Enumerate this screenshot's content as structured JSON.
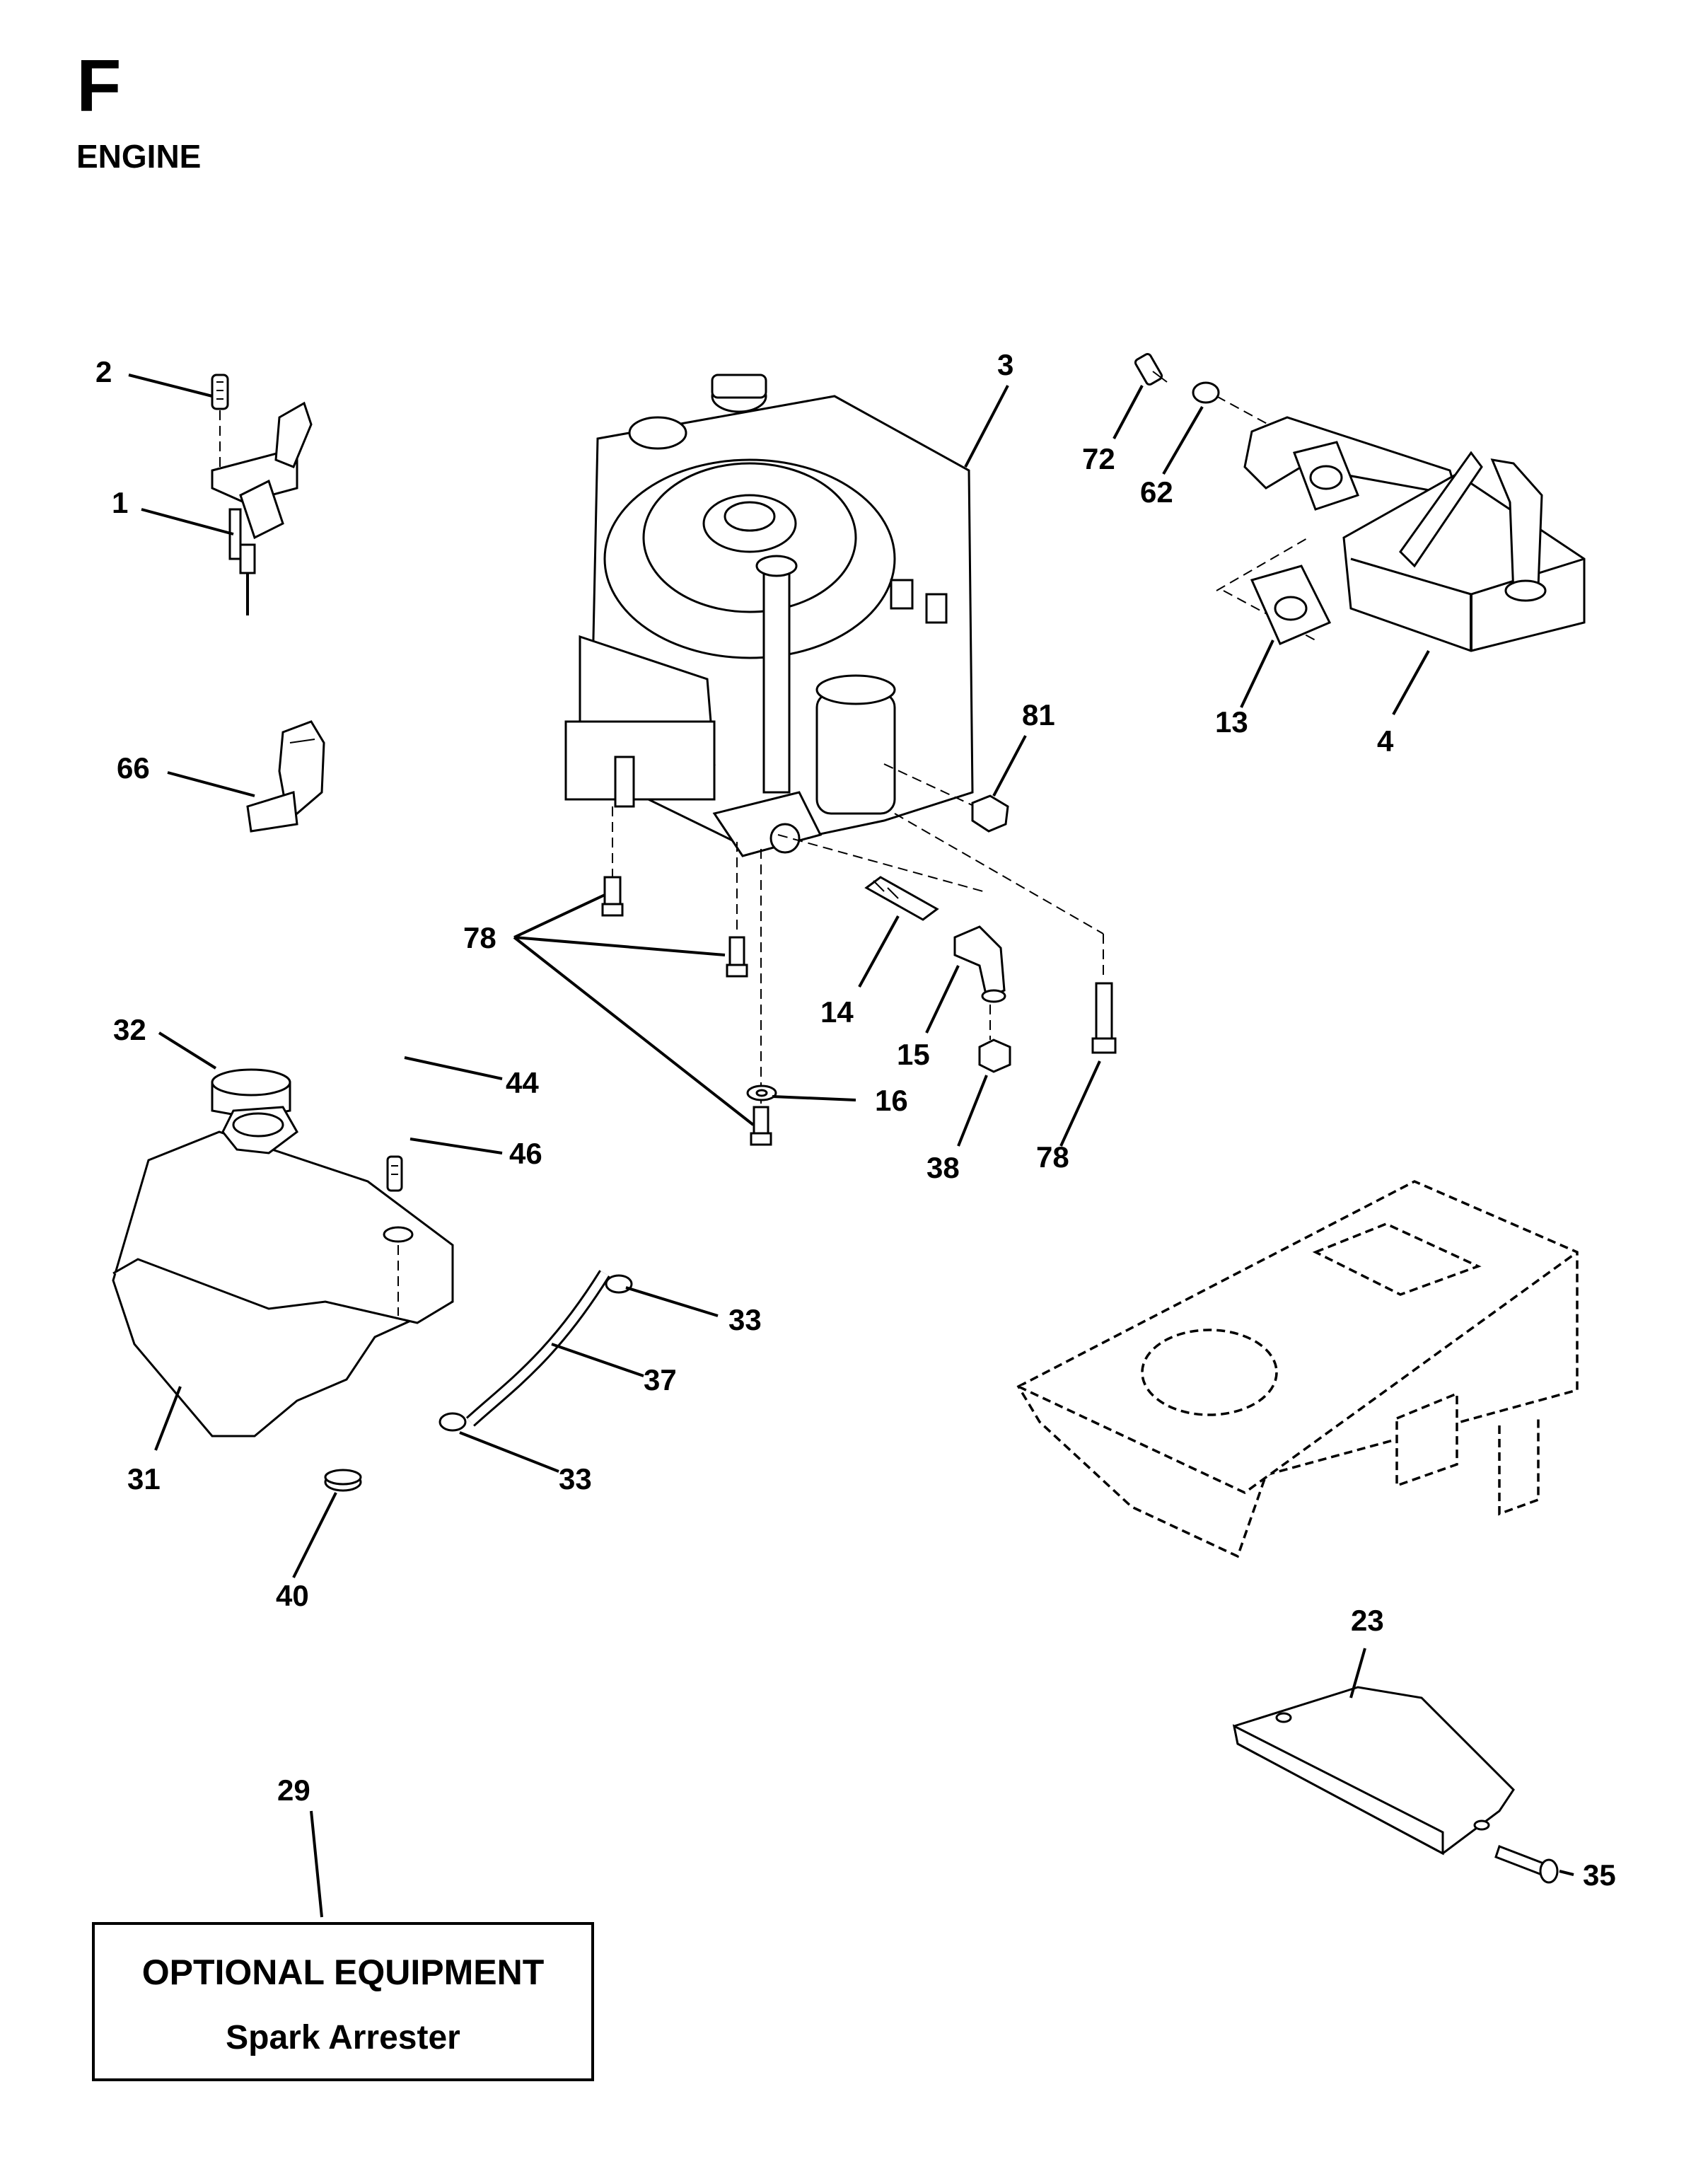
{
  "header": {
    "section_letter": "F",
    "section_name": "ENGINE"
  },
  "callouts": [
    {
      "id": "c1",
      "label": "1"
    },
    {
      "id": "c2",
      "label": "2"
    },
    {
      "id": "c3",
      "label": "3"
    },
    {
      "id": "c4",
      "label": "4"
    },
    {
      "id": "c13",
      "label": "13"
    },
    {
      "id": "c14",
      "label": "14"
    },
    {
      "id": "c15",
      "label": "15"
    },
    {
      "id": "c16",
      "label": "16"
    },
    {
      "id": "c23",
      "label": "23"
    },
    {
      "id": "c29",
      "label": "29"
    },
    {
      "id": "c31",
      "label": "31"
    },
    {
      "id": "c32",
      "label": "32"
    },
    {
      "id": "c33a",
      "label": "33"
    },
    {
      "id": "c33b",
      "label": "33"
    },
    {
      "id": "c35",
      "label": "35"
    },
    {
      "id": "c37",
      "label": "37"
    },
    {
      "id": "c38",
      "label": "38"
    },
    {
      "id": "c40",
      "label": "40"
    },
    {
      "id": "c44",
      "label": "44"
    },
    {
      "id": "c46",
      "label": "46"
    },
    {
      "id": "c62",
      "label": "62"
    },
    {
      "id": "c66",
      "label": "66"
    },
    {
      "id": "c72",
      "label": "72"
    },
    {
      "id": "c78a",
      "label": "78"
    },
    {
      "id": "c78b",
      "label": "78"
    },
    {
      "id": "c81",
      "label": "81"
    }
  ],
  "optional_equipment": {
    "title": "OPTIONAL EQUIPMENT",
    "item": "Spark Arrester"
  }
}
